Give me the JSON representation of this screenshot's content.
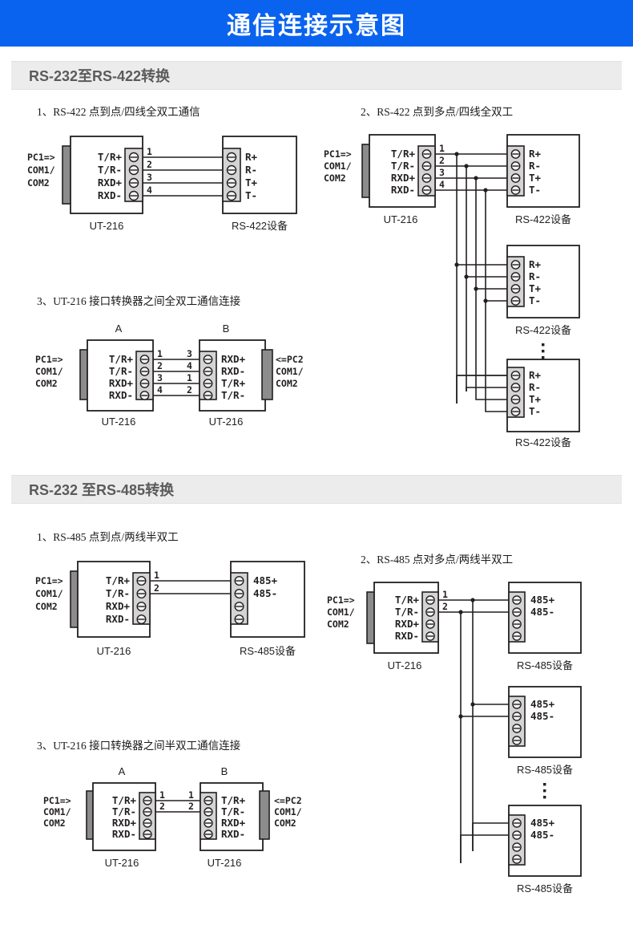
{
  "header": {
    "title": "通信连接示意图",
    "bg_color": "#0a63ef"
  },
  "sections": [
    {
      "id": "rs422",
      "title": "RS-232至RS-422转换",
      "bg_color": "#ececec"
    },
    {
      "id": "rs485",
      "title": "RS-232 至RS-485转换",
      "bg_color": "#ececec"
    }
  ],
  "labels": {
    "pc1": [
      "PC1=>",
      "COM1/",
      "COM2"
    ],
    "pc2": [
      "<=PC2",
      "COM1/",
      "COM2"
    ],
    "converter": "UT-216",
    "device_422": "RS-422设备",
    "device_485": "RS-485设备",
    "side_a": "A",
    "side_b": "B",
    "converter_pins": [
      "T/R+",
      "T/R-",
      "RXD+",
      "RXD-"
    ],
    "device_422_pins": [
      "R+",
      "R-",
      "T+",
      "T-"
    ],
    "device_485_pins": [
      "485+",
      "485-"
    ],
    "b_side_422_pins": [
      "RXD+",
      "RXD-",
      "T/R+",
      "T/R-"
    ],
    "pin_numbers_4": [
      "1",
      "2",
      "3",
      "4"
    ],
    "pin_numbers_2": [
      "1",
      "2"
    ],
    "b_pin_numbers_422": [
      "3",
      "4",
      "1",
      "2"
    ],
    "ellipsis": "⋮"
  },
  "diagrams": [
    {
      "id": "d1",
      "caption": "1、RS-422 点到点/四线全双工通信",
      "left_device": "UT-216",
      "right_device": "RS-422设备",
      "wires": 4,
      "pin_numbers": [
        "1",
        "2",
        "3",
        "4"
      ],
      "left_pins": [
        "T/R+",
        "T/R-",
        "RXD+",
        "RXD-"
      ],
      "right_pins": [
        "R+",
        "R-",
        "T+",
        "T-"
      ]
    },
    {
      "id": "d2",
      "caption": "2、RS-422 点到多点/四线全双工",
      "left_device": "UT-216",
      "right_devices": [
        "RS-422设备",
        "RS-422设备",
        "RS-422设备"
      ],
      "wires": 4,
      "pin_numbers": [
        "1",
        "2",
        "3",
        "4"
      ],
      "left_pins": [
        "T/R+",
        "T/R-",
        "RXD+",
        "RXD-"
      ],
      "right_pins": [
        "R+",
        "R-",
        "T+",
        "T-"
      ]
    },
    {
      "id": "d3",
      "caption": "3、UT-216 接口转换器之间全双工通信连接",
      "left_device": "UT-216",
      "right_device": "UT-216",
      "left_label": "A",
      "right_label": "B",
      "wires": 4,
      "left_pin_numbers": [
        "1",
        "2",
        "3",
        "4"
      ],
      "right_pin_numbers": [
        "3",
        "4",
        "1",
        "2"
      ],
      "left_pins": [
        "T/R+",
        "T/R-",
        "RXD+",
        "RXD-"
      ],
      "right_pins": [
        "RXD+",
        "RXD-",
        "T/R+",
        "T/R-"
      ]
    },
    {
      "id": "d4",
      "caption": "1、RS-485 点到点/两线半双工",
      "left_device": "UT-216",
      "right_device": "RS-485设备",
      "wires": 2,
      "pin_numbers": [
        "1",
        "2"
      ],
      "left_pins": [
        "T/R+",
        "T/R-",
        "RXD+",
        "RXD-"
      ],
      "right_pins": [
        "485+",
        "485-"
      ]
    },
    {
      "id": "d5",
      "caption": "2、RS-485 点对多点/两线半双工",
      "left_device": "UT-216",
      "right_devices": [
        "RS-485设备",
        "RS-485设备",
        "RS-485设备"
      ],
      "wires": 2,
      "pin_numbers": [
        "1",
        "2"
      ],
      "left_pins": [
        "T/R+",
        "T/R-",
        "RXD+",
        "RXD-"
      ],
      "right_pins": [
        "485+",
        "485-"
      ]
    },
    {
      "id": "d6",
      "caption": "3、UT-216 接口转换器之间半双工通信连接",
      "left_device": "UT-216",
      "right_device": "UT-216",
      "left_label": "A",
      "right_label": "B",
      "wires": 2,
      "left_pin_numbers": [
        "1",
        "2"
      ],
      "right_pin_numbers": [
        "1",
        "2"
      ],
      "left_pins": [
        "T/R+",
        "T/R-",
        "RXD+",
        "RXD-"
      ],
      "right_pins": [
        "T/R+",
        "T/R-",
        "RXD+",
        "RXD-"
      ]
    }
  ]
}
